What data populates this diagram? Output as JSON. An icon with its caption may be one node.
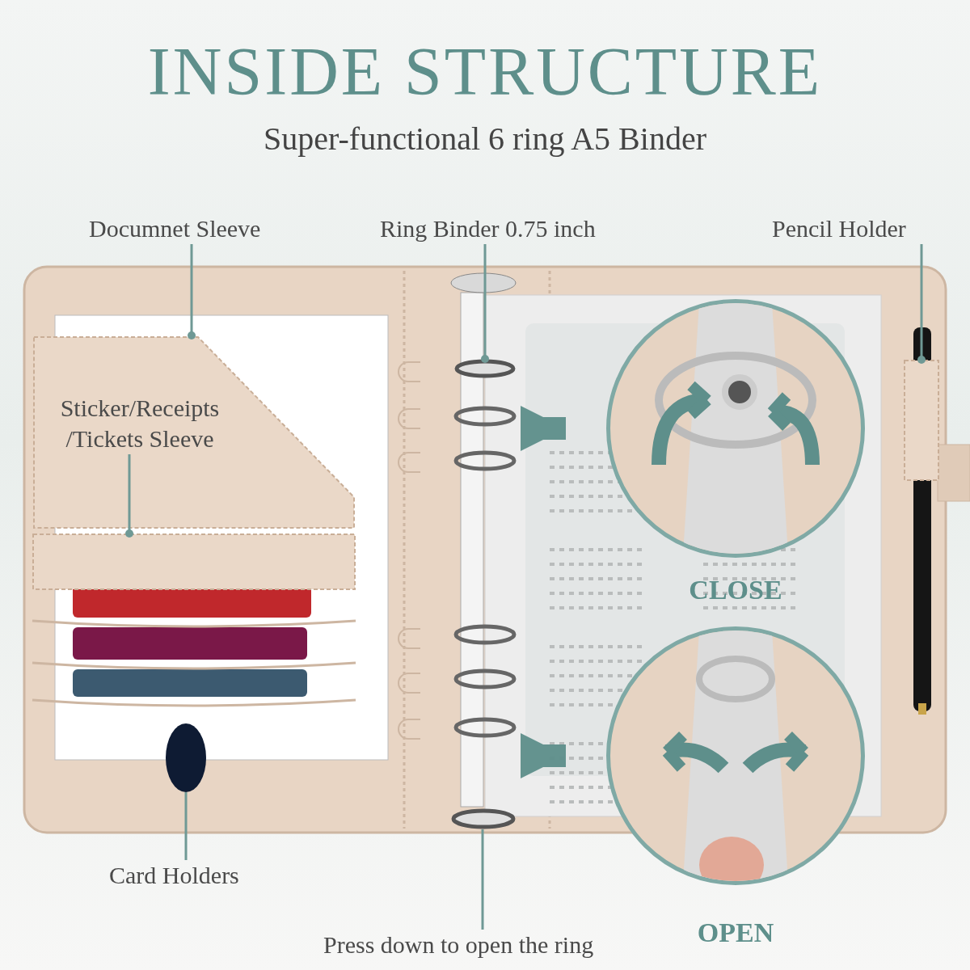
{
  "diagram": {
    "title": "INSIDE STRUCTURE",
    "nodes": [
      {
        "text": [
          "Documnet Sleeve"
        ]
      },
      {
        "text": [],
        "shape": "box"
      },
      {
        "text": [
          "Ring Binder 0.75 inch"
        ]
      },
      {
        "text": [],
        "shape": "ring"
      },
      {
        "text": [
          "Pencil Holder"
        ]
      },
      {
        "text": [],
        "shape": "box"
      },
      {
        "text": [
          "Sticker/Receipts /Tickets Sleeve"
        ],
        "in": 1
      },
      {
        "text": [],
        "shape": "box"
      },
      {
        "text": [
          "Card Holders"
        ]
      },
      {
        "text": [],
        "shape": "oval"
      },
      {
        "text": [
          "Press down to open the ring"
        ]
      },
      {
        "text": [],
        "shape": "ring"
      },
      {
        "text": [
          "CLOSE"
        ]
      },
      {
        "text": [
          "OPEN"
        ]
      }
    ],
    "edges": [
      {
        "from": 0,
        "to": 1,
        "arrow": "other"
      },
      {
        "from": 2,
        "to": 3,
        "arrow": "other"
      },
      {
        "from": 4,
        "to": 5,
        "arrow": "other"
      },
      {
        "from": 6,
        "to": 7,
        "arrow": "other"
      },
      {
        "from": 8,
        "to": 9,
        "arrow": "none"
      },
      {
        "from": 10,
        "to": 11,
        "arrow": "none"
      },
      {
        "from": null,
        "to": 12,
        "arrow": "to",
        "style": "thick"
      },
      {
        "from": null,
        "to": 13,
        "arrow": "to",
        "style": "thick"
      }
    ],
    "labels": [
      "Super-functional 6 ring A5 Binder"
    ]
  }
}
